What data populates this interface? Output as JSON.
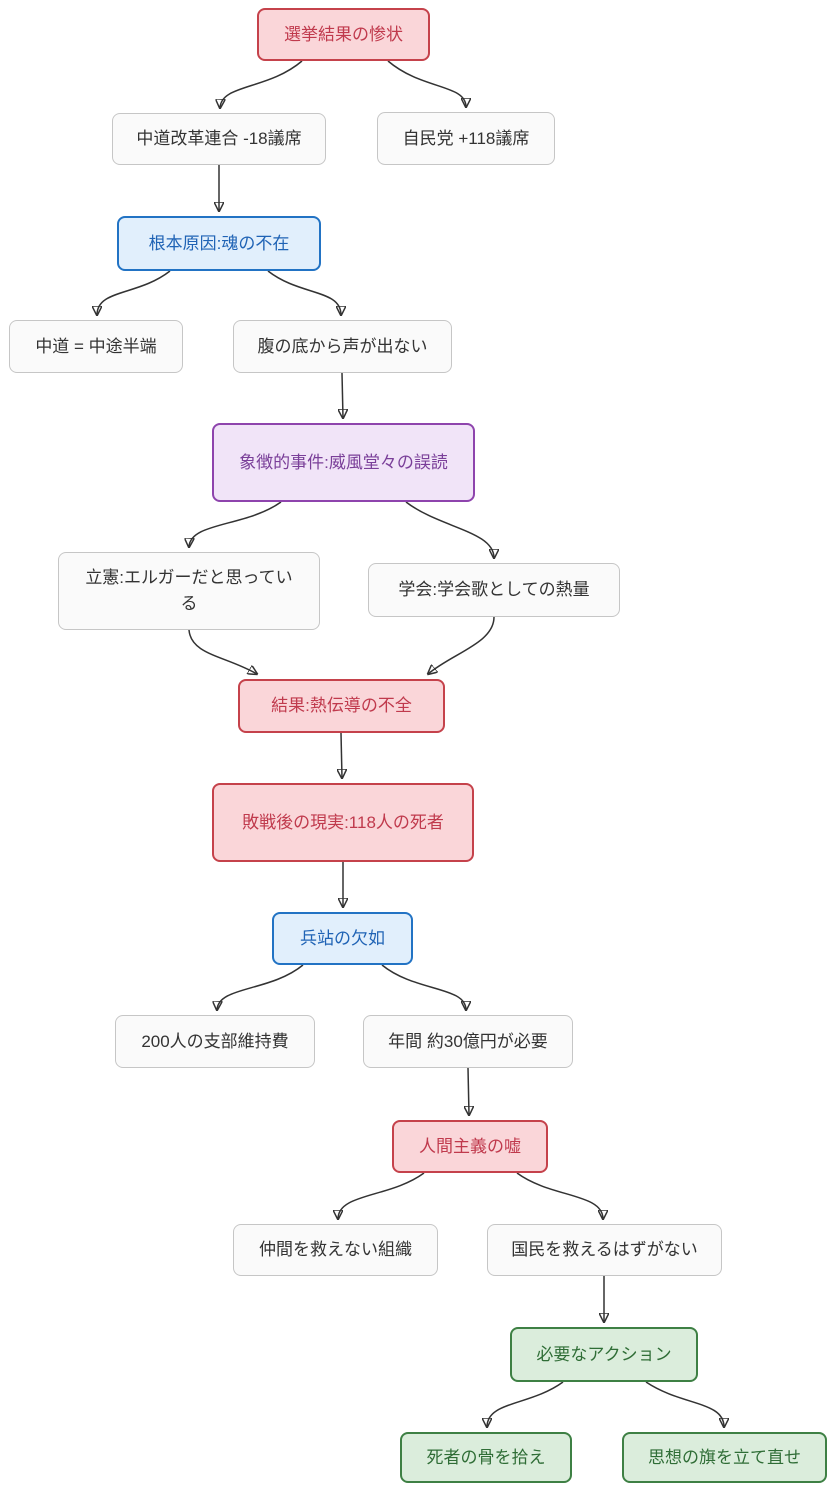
{
  "diagram": {
    "type": "flowchart",
    "direction": "top-down",
    "nodes": [
      {
        "id": "A",
        "label": "選挙結果の惨状",
        "category": "crisis"
      },
      {
        "id": "B",
        "label": "中道改革連合 -18議席",
        "category": "plain"
      },
      {
        "id": "C",
        "label": "自民党 +118議席",
        "category": "plain"
      },
      {
        "id": "D",
        "label": "根本原因:魂の不在",
        "category": "cause"
      },
      {
        "id": "E",
        "label": "中道 = 中途半端",
        "category": "plain"
      },
      {
        "id": "F",
        "label": "腹の底から声が出ない",
        "category": "plain"
      },
      {
        "id": "G",
        "label": "象徴的事件:威風堂々の誤読",
        "category": "event"
      },
      {
        "id": "H",
        "label": "立憲:エルガーだと思っている",
        "category": "plain"
      },
      {
        "id": "I",
        "label": "学会:学会歌としての熱量",
        "category": "plain"
      },
      {
        "id": "J",
        "label": "結果:熱伝導の不全",
        "category": "crisis"
      },
      {
        "id": "K",
        "label": "敗戦後の現実:118人の死者",
        "category": "crisis"
      },
      {
        "id": "L",
        "label": "兵站の欠如",
        "category": "cause"
      },
      {
        "id": "M",
        "label": "200人の支部維持費",
        "category": "plain"
      },
      {
        "id": "N",
        "label": "年間 約30億円が必要",
        "category": "plain"
      },
      {
        "id": "O",
        "label": "人間主義の嘘",
        "category": "crisis"
      },
      {
        "id": "P",
        "label": "仲間を救えない組織",
        "category": "plain"
      },
      {
        "id": "Q",
        "label": "国民を救えるはずがない",
        "category": "plain"
      },
      {
        "id": "R",
        "label": "必要なアクション",
        "category": "action"
      },
      {
        "id": "S",
        "label": "死者の骨を拾え",
        "category": "action"
      },
      {
        "id": "T",
        "label": "思想の旗を立て直せ",
        "category": "action"
      }
    ],
    "edges": [
      {
        "from": "A",
        "to": "B"
      },
      {
        "from": "A",
        "to": "C"
      },
      {
        "from": "B",
        "to": "D"
      },
      {
        "from": "D",
        "to": "E"
      },
      {
        "from": "D",
        "to": "F"
      },
      {
        "from": "F",
        "to": "G"
      },
      {
        "from": "G",
        "to": "H"
      },
      {
        "from": "G",
        "to": "I"
      },
      {
        "from": "H",
        "to": "J"
      },
      {
        "from": "I",
        "to": "J"
      },
      {
        "from": "J",
        "to": "K"
      },
      {
        "from": "K",
        "to": "L"
      },
      {
        "from": "L",
        "to": "M"
      },
      {
        "from": "L",
        "to": "N"
      },
      {
        "from": "N",
        "to": "O"
      },
      {
        "from": "O",
        "to": "P"
      },
      {
        "from": "O",
        "to": "Q"
      },
      {
        "from": "Q",
        "to": "R"
      },
      {
        "from": "R",
        "to": "S"
      },
      {
        "from": "R",
        "to": "T"
      }
    ],
    "colors": {
      "crisis_fill": "#fad6d9",
      "crisis_stroke": "#c5424b",
      "crisis_text": "#c03a4d",
      "cause_fill": "#e1effc",
      "cause_stroke": "#2273c4",
      "cause_text": "#1f63b5",
      "event_fill": "#f1e4f8",
      "event_stroke": "#8e44ad",
      "event_text": "#7a3f99",
      "action_fill": "#dbeddc",
      "action_stroke": "#3e8044",
      "action_text": "#2f6d36",
      "plain_fill": "#fafafa",
      "plain_stroke": "#c6c6c6",
      "plain_text": "#333333",
      "edge": "#333333",
      "background": "#ffffff"
    }
  }
}
